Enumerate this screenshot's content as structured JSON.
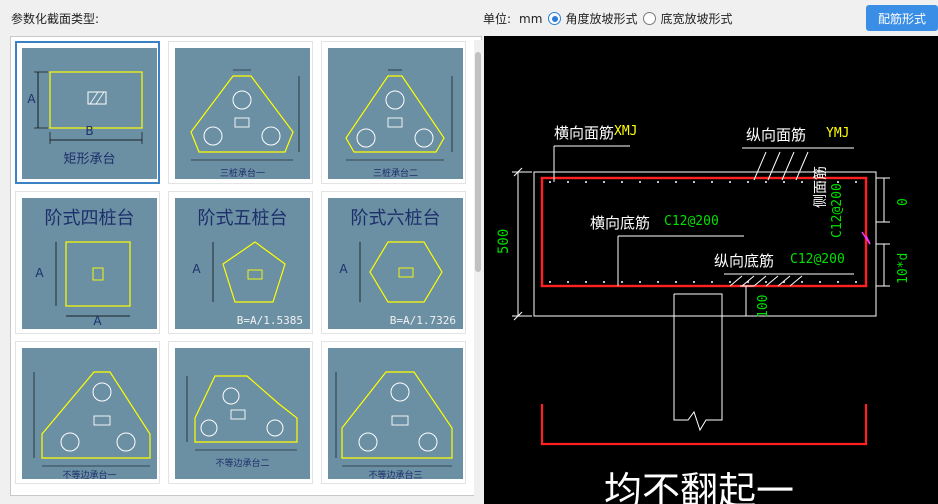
{
  "toolbar": {
    "param_label": "参数化截面类型:",
    "unit_label": "单位:",
    "unit_value": "mm",
    "radio_angle": "角度放坡形式",
    "radio_width": "底宽放坡形式",
    "config_button": "配筋形式"
  },
  "gallery": {
    "tiles": [
      {
        "label": "矩形承台",
        "dim_a": "A",
        "dim_b": "B"
      },
      {
        "label": "三桩承台一"
      },
      {
        "label": "三桩承台二"
      },
      {
        "label": "阶式四桩台",
        "dim_a": "A",
        "dim_b": "A"
      },
      {
        "label": "阶式五桩台",
        "dim_a": "A",
        "formula": "B=A/1.5385"
      },
      {
        "label": "阶式六桩台",
        "dim_a": "A",
        "formula": "B=A/1.7326"
      },
      {
        "label": "不等边承台一"
      },
      {
        "label": "不等边承台二"
      },
      {
        "label": "不等边承台三"
      }
    ]
  },
  "preview": {
    "label_xmj_cn": "横向面筋",
    "label_xmj_code": "XMJ",
    "label_ymj_cn": "纵向面筋",
    "label_ymj_code": "YMJ",
    "label_bottom_x_cn": "横向底筋",
    "label_bottom_x_code": "C12@200",
    "label_bottom_y_cn": "纵向底筋",
    "label_bottom_y_code": "C12@200",
    "label_side_cn": "侧面筋",
    "label_side_code": "C12@200",
    "dim_height": "500",
    "dim_bottom": "100",
    "dim_right_top": "0",
    "dim_right_side": "10*d",
    "bottom_text": "均不翻起一"
  },
  "colors": {
    "accent": "#3a8ee6",
    "tile_bg": "#6b8fa3",
    "cad_yellow": "#ffff00",
    "cad_green": "#00e000",
    "cad_red": "#ff2020"
  }
}
